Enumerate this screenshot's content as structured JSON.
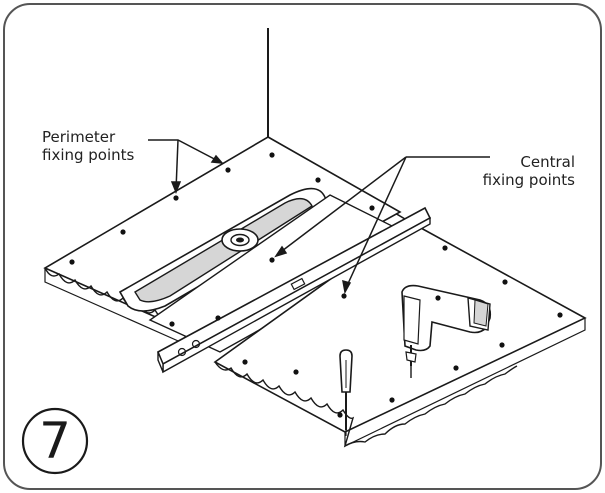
{
  "step": {
    "number": "7"
  },
  "callouts": {
    "perimeter": {
      "line1": "Perimeter",
      "line2": "fixing points"
    },
    "central": {
      "line1": "Central",
      "line2": "fixing points"
    }
  },
  "colors": {
    "stroke": "#1a1a1a",
    "frame": "#555555",
    "drain_fill": "#d6d6d6",
    "screw_dot": "#111111"
  },
  "icons": [
    "spirit-level-icon",
    "cordless-drill-icon",
    "screwdriver-icon",
    "drain-channel-icon"
  ]
}
